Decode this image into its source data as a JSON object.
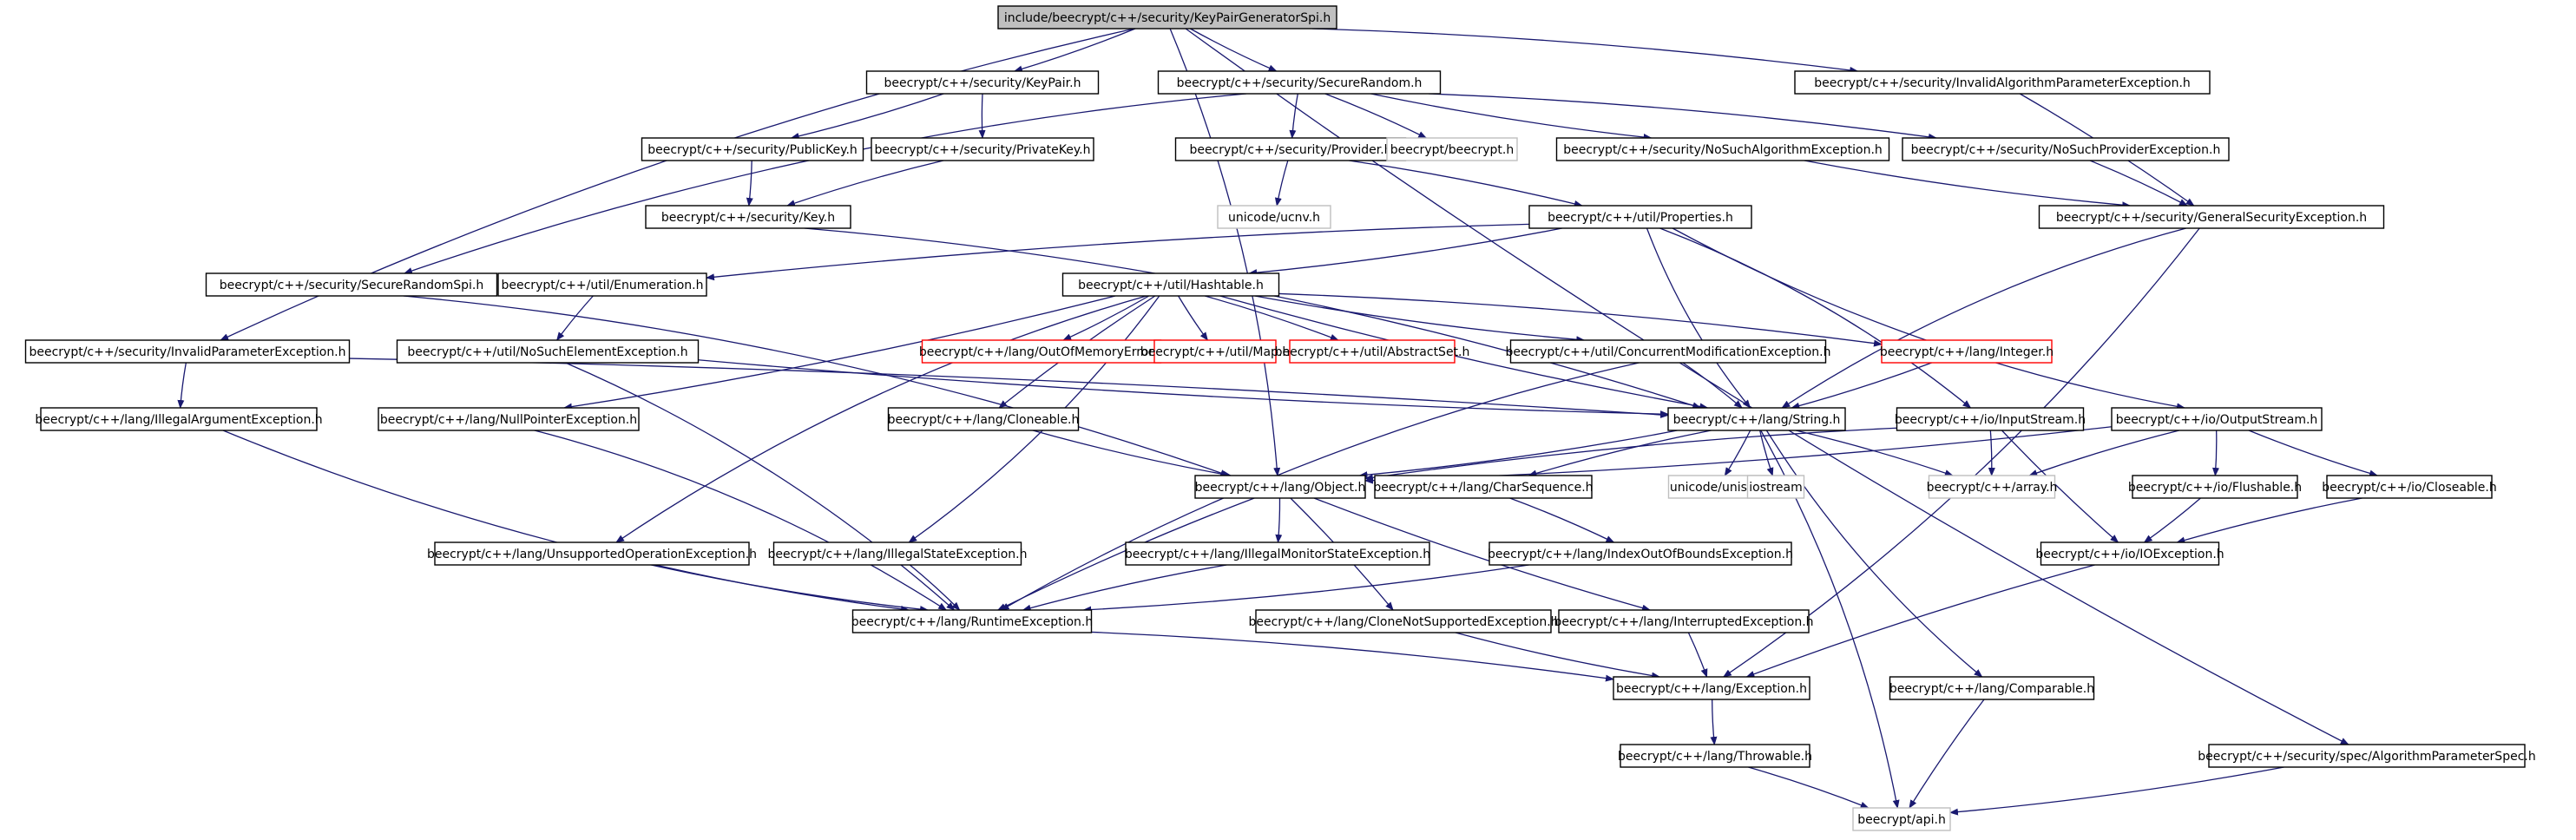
{
  "colors": {
    "edge": "#191970",
    "normal_border": "#000000",
    "missing_border": "#bfbfbf",
    "undocumented_border": "#ff0000",
    "root_fill": "#bfbfbf",
    "fill": "#ffffff",
    "text": "#000000"
  },
  "graph": {
    "nodes": [
      {
        "id": "root",
        "label": "include/beecrypt/c++/security/KeyPairGeneratorSpi.h",
        "kind": "root"
      },
      {
        "id": "keypair",
        "label": "beecrypt/c++/security/KeyPair.h",
        "kind": "normal"
      },
      {
        "id": "securerandom",
        "label": "beecrypt/c++/security/SecureRandom.h",
        "kind": "normal"
      },
      {
        "id": "invalidalgparam",
        "label": "beecrypt/c++/security/InvalidAlgorithmParameterException.h",
        "kind": "normal"
      },
      {
        "id": "publickey",
        "label": "beecrypt/c++/security/PublicKey.h",
        "kind": "normal"
      },
      {
        "id": "privatekey",
        "label": "beecrypt/c++/security/PrivateKey.h",
        "kind": "normal"
      },
      {
        "id": "provider",
        "label": "beecrypt/c++/security/Provider.h",
        "kind": "normal"
      },
      {
        "id": "beecrypth",
        "label": "beecrypt/beecrypt.h",
        "kind": "missing"
      },
      {
        "id": "nosuchalg",
        "label": "beecrypt/c++/security/NoSuchAlgorithmException.h",
        "kind": "normal"
      },
      {
        "id": "nosuchprov",
        "label": "beecrypt/c++/security/NoSuchProviderException.h",
        "kind": "normal"
      },
      {
        "id": "key",
        "label": "beecrypt/c++/security/Key.h",
        "kind": "normal"
      },
      {
        "id": "ucnv",
        "label": "unicode/ucnv.h",
        "kind": "missing"
      },
      {
        "id": "properties",
        "label": "beecrypt/c++/util/Properties.h",
        "kind": "normal"
      },
      {
        "id": "gensecexc",
        "label": "beecrypt/c++/security/GeneralSecurityException.h",
        "kind": "normal"
      },
      {
        "id": "securerandomspi",
        "label": "beecrypt/c++/security/SecureRandomSpi.h",
        "kind": "normal"
      },
      {
        "id": "enumeration",
        "label": "beecrypt/c++/util/Enumeration.h",
        "kind": "normal"
      },
      {
        "id": "hashtable",
        "label": "beecrypt/c++/util/Hashtable.h",
        "kind": "normal"
      },
      {
        "id": "invalidparam",
        "label": "beecrypt/c++/security/InvalidParameterException.h",
        "kind": "normal"
      },
      {
        "id": "nosuchelem",
        "label": "beecrypt/c++/util/NoSuchElementException.h",
        "kind": "normal"
      },
      {
        "id": "outofmem",
        "label": "beecrypt/c++/lang/OutOfMemoryError.h",
        "kind": "undocumented"
      },
      {
        "id": "map",
        "label": "beecrypt/c++/util/Map.h",
        "kind": "undocumented"
      },
      {
        "id": "abstractset",
        "label": "beecrypt/c++/util/AbstractSet.h",
        "kind": "undocumented"
      },
      {
        "id": "concmod",
        "label": "beecrypt/c++/util/ConcurrentModificationException.h",
        "kind": "normal"
      },
      {
        "id": "integer",
        "label": "beecrypt/c++/lang/Integer.h",
        "kind": "undocumented"
      },
      {
        "id": "illegalarg",
        "label": "beecrypt/c++/lang/IllegalArgumentException.h",
        "kind": "normal"
      },
      {
        "id": "nullptr",
        "label": "beecrypt/c++/lang/NullPointerException.h",
        "kind": "normal"
      },
      {
        "id": "cloneable",
        "label": "beecrypt/c++/lang/Cloneable.h",
        "kind": "normal"
      },
      {
        "id": "string",
        "label": "beecrypt/c++/lang/String.h",
        "kind": "normal"
      },
      {
        "id": "inputstream",
        "label": "beecrypt/c++/io/InputStream.h",
        "kind": "normal"
      },
      {
        "id": "outputstream",
        "label": "beecrypt/c++/io/OutputStream.h",
        "kind": "normal"
      },
      {
        "id": "object",
        "label": "beecrypt/c++/lang/Object.h",
        "kind": "normal"
      },
      {
        "id": "charseq",
        "label": "beecrypt/c++/lang/CharSequence.h",
        "kind": "normal"
      },
      {
        "id": "unistr",
        "label": "unicode/unistr.h",
        "kind": "missing"
      },
      {
        "id": "iostream",
        "label": "iostream",
        "kind": "missing"
      },
      {
        "id": "array",
        "label": "beecrypt/c++/array.h",
        "kind": "missing"
      },
      {
        "id": "flushable",
        "label": "beecrypt/c++/io/Flushable.h",
        "kind": "normal"
      },
      {
        "id": "closeable",
        "label": "beecrypt/c++/io/Closeable.h",
        "kind": "normal"
      },
      {
        "id": "unsupported",
        "label": "beecrypt/c++/lang/UnsupportedOperationException.h",
        "kind": "normal"
      },
      {
        "id": "illegalstate",
        "label": "beecrypt/c++/lang/IllegalStateException.h",
        "kind": "normal"
      },
      {
        "id": "illegalmonitor",
        "label": "beecrypt/c++/lang/IllegalMonitorStateException.h",
        "kind": "normal"
      },
      {
        "id": "indexoob",
        "label": "beecrypt/c++/lang/IndexOutOfBoundsException.h",
        "kind": "normal"
      },
      {
        "id": "ioexc",
        "label": "beecrypt/c++/io/IOException.h",
        "kind": "normal"
      },
      {
        "id": "runtimeexc",
        "label": "beecrypt/c++/lang/RuntimeException.h",
        "kind": "normal"
      },
      {
        "id": "clonenotsup",
        "label": "beecrypt/c++/lang/CloneNotSupportedException.h",
        "kind": "normal"
      },
      {
        "id": "interrupted",
        "label": "beecrypt/c++/lang/InterruptedException.h",
        "kind": "normal"
      },
      {
        "id": "exception",
        "label": "beecrypt/c++/lang/Exception.h",
        "kind": "normal"
      },
      {
        "id": "comparable",
        "label": "beecrypt/c++/lang/Comparable.h",
        "kind": "normal"
      },
      {
        "id": "throwable",
        "label": "beecrypt/c++/lang/Throwable.h",
        "kind": "normal"
      },
      {
        "id": "algparamspec",
        "label": "beecrypt/c++/security/spec/AlgorithmParameterSpec.h",
        "kind": "normal"
      },
      {
        "id": "api",
        "label": "beecrypt/api.h",
        "kind": "missing"
      }
    ],
    "edges": [
      [
        "root",
        "keypair"
      ],
      [
        "root",
        "securerandom"
      ],
      [
        "root",
        "invalidalgparam"
      ],
      [
        "root",
        "invalidparam"
      ],
      [
        "root",
        "object"
      ],
      [
        "root",
        "algparamspec"
      ],
      [
        "keypair",
        "publickey"
      ],
      [
        "keypair",
        "privatekey"
      ],
      [
        "publickey",
        "key"
      ],
      [
        "privatekey",
        "key"
      ],
      [
        "key",
        "string"
      ],
      [
        "securerandom",
        "provider"
      ],
      [
        "securerandom",
        "beecrypth"
      ],
      [
        "securerandom",
        "nosuchalg"
      ],
      [
        "securerandom",
        "nosuchprov"
      ],
      [
        "securerandom",
        "securerandomspi"
      ],
      [
        "invalidalgparam",
        "gensecexc"
      ],
      [
        "nosuchalg",
        "gensecexc"
      ],
      [
        "nosuchprov",
        "gensecexc"
      ],
      [
        "gensecexc",
        "string"
      ],
      [
        "gensecexc",
        "exception"
      ],
      [
        "provider",
        "ucnv"
      ],
      [
        "provider",
        "properties"
      ],
      [
        "properties",
        "enumeration"
      ],
      [
        "properties",
        "hashtable"
      ],
      [
        "properties",
        "string"
      ],
      [
        "properties",
        "inputstream"
      ],
      [
        "properties",
        "outputstream"
      ],
      [
        "securerandomspi",
        "object"
      ],
      [
        "enumeration",
        "nosuchelem"
      ],
      [
        "nosuchelem",
        "runtimeexc"
      ],
      [
        "nosuchelem",
        "string"
      ],
      [
        "hashtable",
        "outofmem"
      ],
      [
        "hashtable",
        "map"
      ],
      [
        "hashtable",
        "abstractset"
      ],
      [
        "hashtable",
        "concmod"
      ],
      [
        "hashtable",
        "integer"
      ],
      [
        "hashtable",
        "cloneable"
      ],
      [
        "hashtable",
        "nullptr"
      ],
      [
        "hashtable",
        "unsupported"
      ],
      [
        "hashtable",
        "illegalstate"
      ],
      [
        "hashtable",
        "string"
      ],
      [
        "concmod",
        "string"
      ],
      [
        "concmod",
        "runtimeexc"
      ],
      [
        "integer",
        "string"
      ],
      [
        "invalidparam",
        "illegalarg"
      ],
      [
        "invalidparam",
        "string"
      ],
      [
        "illegalarg",
        "runtimeexc"
      ],
      [
        "nullptr",
        "runtimeexc"
      ],
      [
        "cloneable",
        "object"
      ],
      [
        "string",
        "object"
      ],
      [
        "string",
        "charseq"
      ],
      [
        "string",
        "unistr"
      ],
      [
        "string",
        "iostream"
      ],
      [
        "string",
        "array"
      ],
      [
        "string",
        "comparable"
      ],
      [
        "string",
        "api"
      ],
      [
        "inputstream",
        "object"
      ],
      [
        "inputstream",
        "array"
      ],
      [
        "inputstream",
        "ioexc"
      ],
      [
        "outputstream",
        "object"
      ],
      [
        "outputstream",
        "array"
      ],
      [
        "outputstream",
        "flushable"
      ],
      [
        "outputstream",
        "closeable"
      ],
      [
        "flushable",
        "ioexc"
      ],
      [
        "closeable",
        "ioexc"
      ],
      [
        "object",
        "illegalmonitor"
      ],
      [
        "object",
        "runtimeexc"
      ],
      [
        "object",
        "clonenotsup"
      ],
      [
        "object",
        "interrupted"
      ],
      [
        "charseq",
        "indexoob"
      ],
      [
        "unsupported",
        "runtimeexc"
      ],
      [
        "illegalstate",
        "runtimeexc"
      ],
      [
        "illegalmonitor",
        "runtimeexc"
      ],
      [
        "indexoob",
        "runtimeexc"
      ],
      [
        "ioexc",
        "exception"
      ],
      [
        "runtimeexc",
        "exception"
      ],
      [
        "clonenotsup",
        "exception"
      ],
      [
        "interrupted",
        "exception"
      ],
      [
        "exception",
        "throwable"
      ],
      [
        "throwable",
        "api"
      ],
      [
        "comparable",
        "api"
      ],
      [
        "algparamspec",
        "api"
      ]
    ]
  }
}
